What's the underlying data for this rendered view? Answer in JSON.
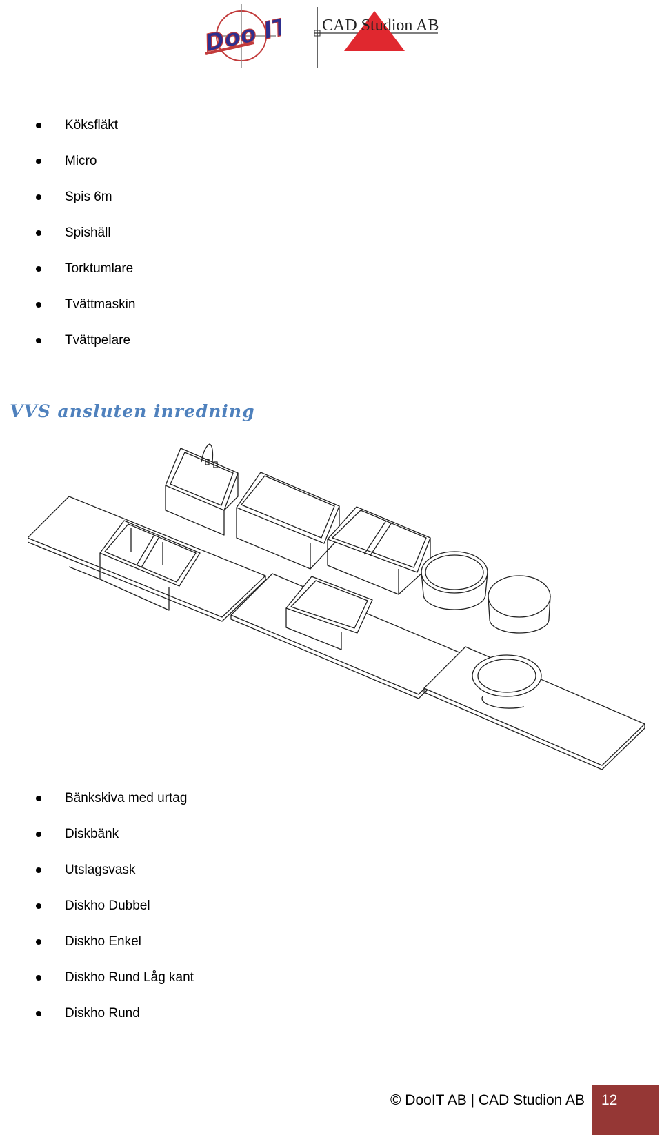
{
  "header": {
    "logo_left_text": "Doo IT",
    "logo_right_text": "CAD Studion AB",
    "rule_color": "#a33a36"
  },
  "appliances_list": [
    "Köksfläkt",
    "Micro",
    "Spis 6m",
    "Spishäll",
    "Torktumlare",
    "Tvättmaskin",
    "Tvättpelare"
  ],
  "section": {
    "heading": "VVS ansluten inredning",
    "heading_color": "#4f81bd"
  },
  "drawing": {
    "icon": "isometric-sink-fixtures-drawing"
  },
  "fixtures_list": [
    "Bänkskiva med urtag",
    "Diskbänk",
    "Utslagsvask",
    "Diskho Dubbel",
    "Diskho Enkel",
    "Diskho Rund Låg kant",
    "Diskho Rund"
  ],
  "footer": {
    "copyright": "© DooIT AB | CAD Studion AB",
    "page_number": "12",
    "page_box_color": "#953735"
  }
}
